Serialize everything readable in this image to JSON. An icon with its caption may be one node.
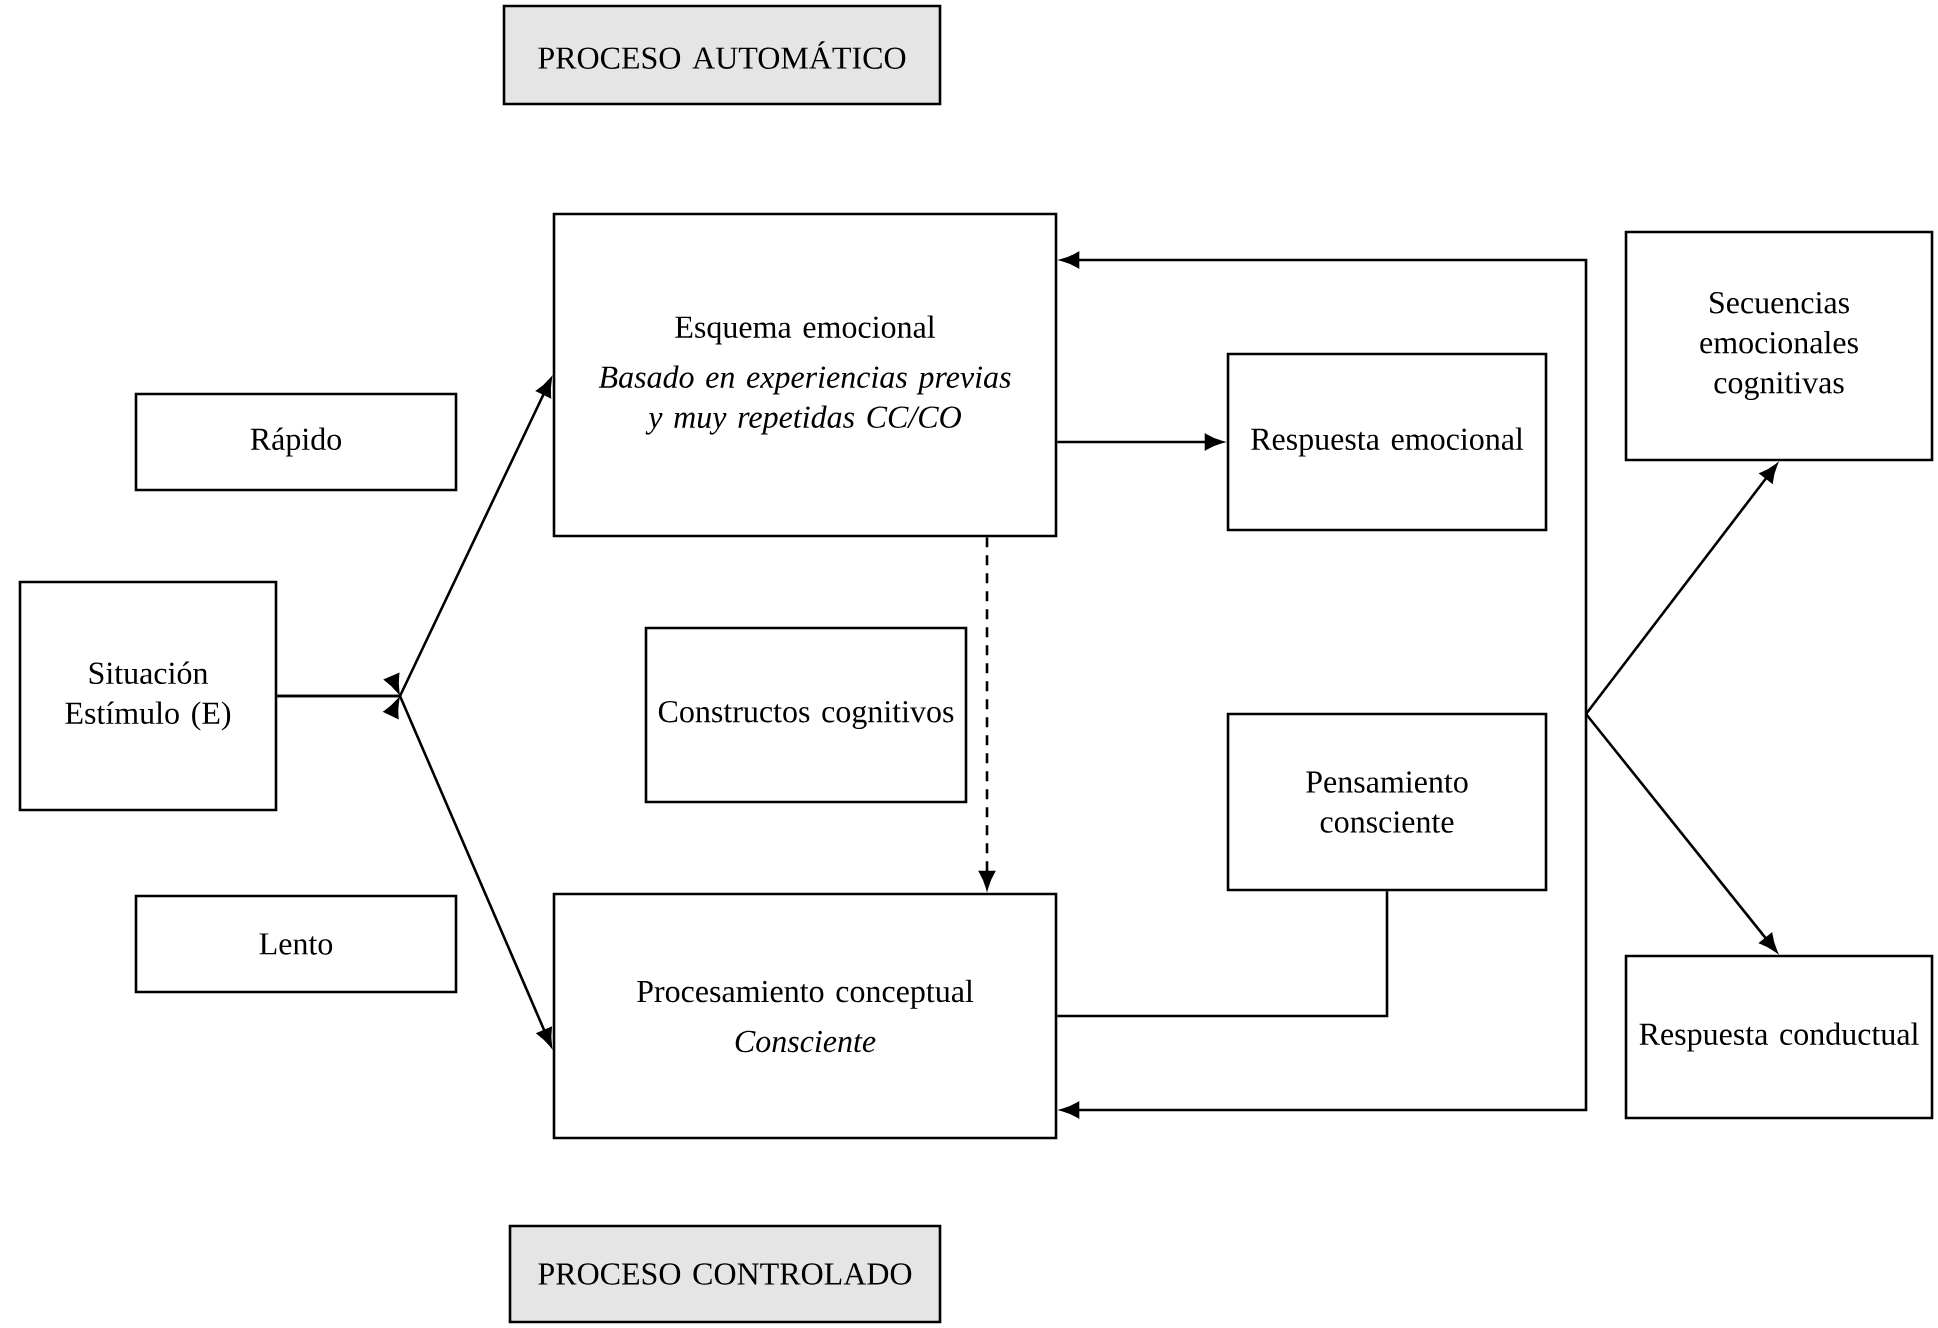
{
  "diagram": {
    "nodes": [
      {
        "text": [
          "PROCESO AUTOMÁTICO"
        ]
      },
      {
        "text": [
          "Rápido"
        ]
      },
      {
        "text": [
          "Esquema emocional",
          "Basado en experiencias previas y muy repetidas CC/CO"
        ]
      },
      {
        "text": [
          "Respuesta emocional"
        ]
      },
      {
        "text": [
          "Secuencias emocionales cognitivas"
        ]
      },
      {
        "text": [
          "Situación Estímulo (E)"
        ]
      },
      {
        "text": [
          "Constructos cognitivos"
        ]
      },
      {
        "text": [
          "Pensamiento consciente"
        ]
      },
      {
        "text": [
          "Procesamiento conceptual",
          "Consciente"
        ]
      },
      {
        "text": [
          "Lento"
        ]
      },
      {
        "text": [
          "Respuesta conductual"
        ]
      },
      {
        "text": [
          "PROCESO CONTROLADO"
        ]
      }
    ],
    "edges": [
      {
        "from": 5,
        "to": 2,
        "arrow": "to"
      },
      {
        "from": 5,
        "to": 8,
        "arrow": "to"
      },
      {
        "from": 2,
        "to": 3,
        "arrow": "to"
      },
      {
        "from": 2,
        "to": 8,
        "arrow": "to",
        "style": "dashed"
      },
      {
        "from": 8,
        "to": 7,
        "arrow": "none"
      },
      {
        "from": null,
        "to": 2,
        "arrow": "to"
      },
      {
        "from": null,
        "to": 8,
        "arrow": "to"
      },
      {
        "from": null,
        "to": 4,
        "arrow": "to"
      },
      {
        "from": null,
        "to": 10,
        "arrow": "to"
      }
    ]
  }
}
